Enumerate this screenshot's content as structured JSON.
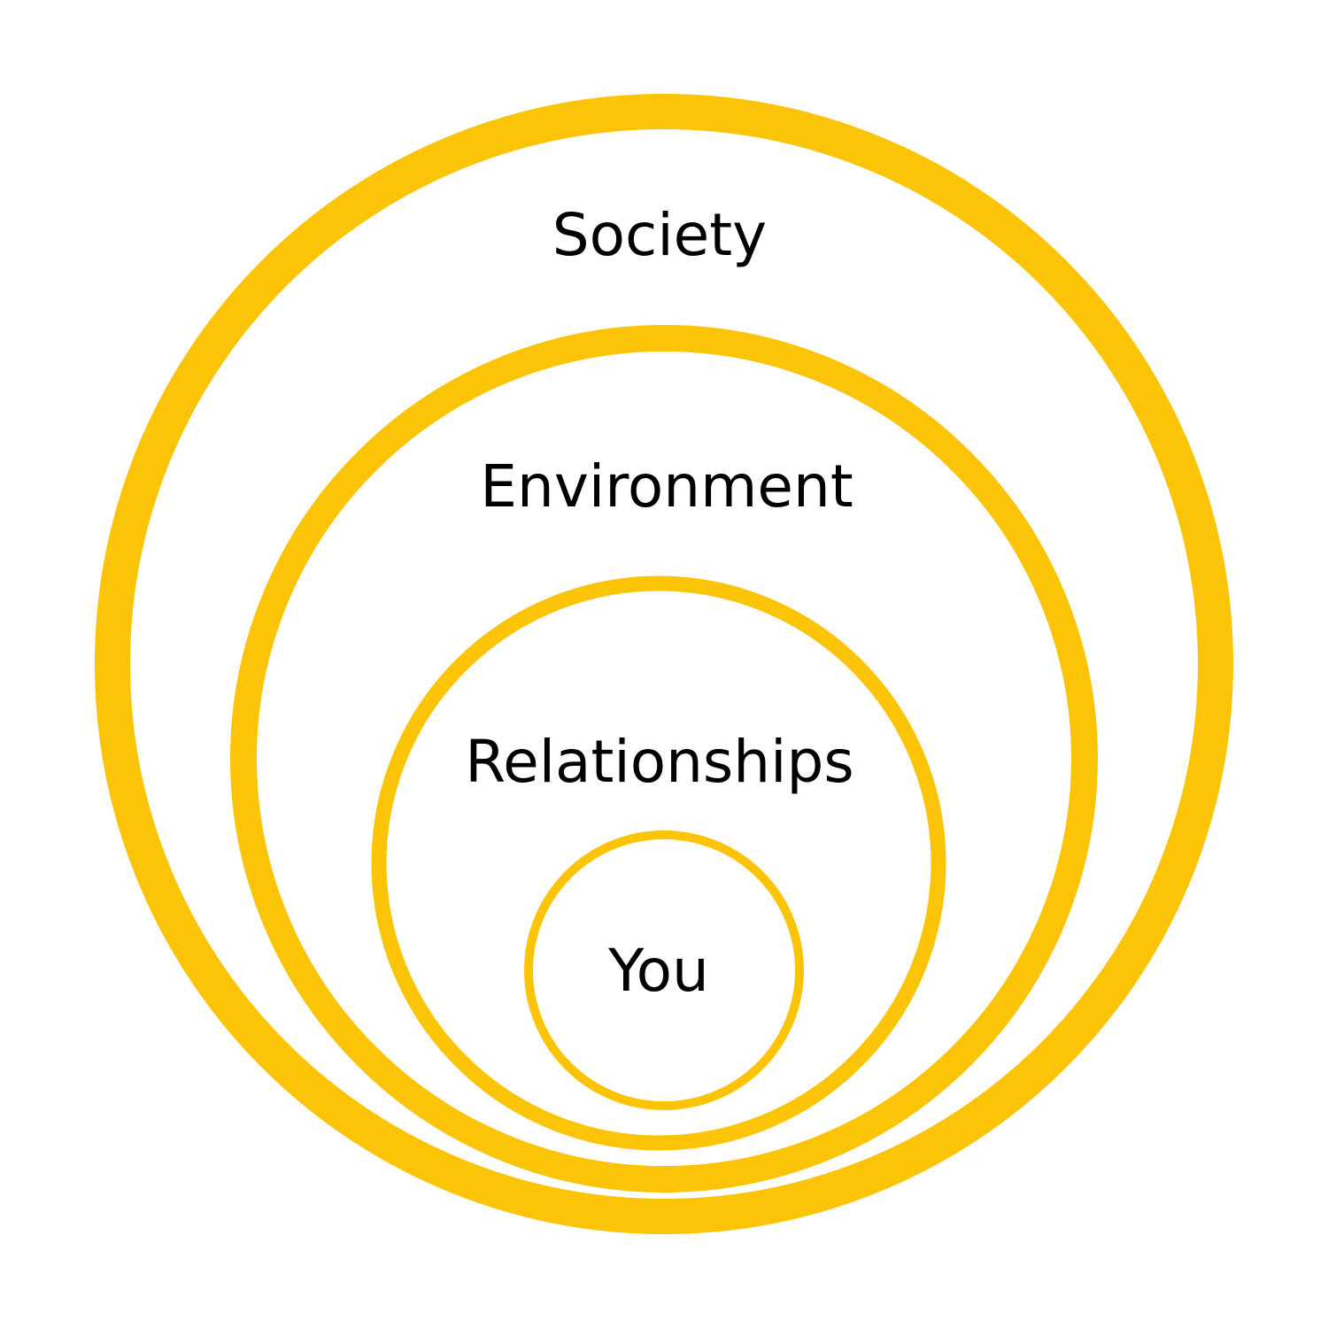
{
  "diagram": {
    "ring_color": "#FBC406",
    "text_color": "#000000",
    "background": "#FFFFFF",
    "rings": [
      {
        "id": "society",
        "label": "Society"
      },
      {
        "id": "environment",
        "label": "Environment"
      },
      {
        "id": "relationships",
        "label": "Relationships"
      },
      {
        "id": "you",
        "label": "You"
      }
    ]
  }
}
